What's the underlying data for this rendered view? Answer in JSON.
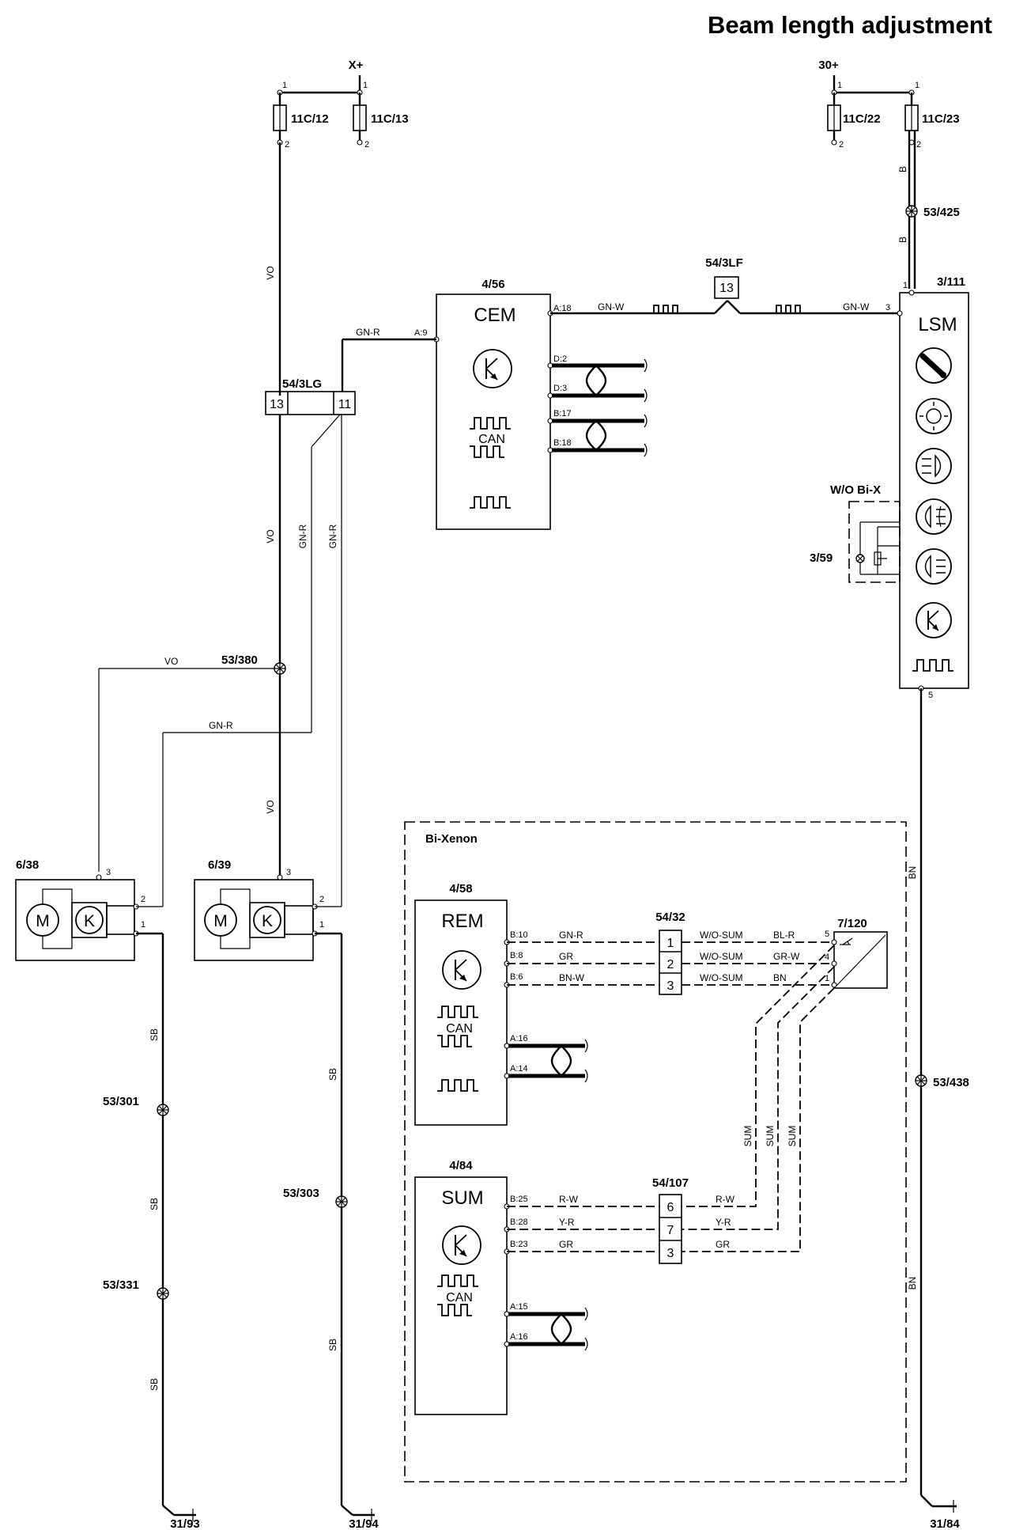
{
  "title": "Beam length adjustment",
  "supplies": {
    "xplus": "X+",
    "plus30": "30+",
    "fuses": [
      "11C/12",
      "11C/13",
      "11C/22",
      "11C/23"
    ]
  },
  "components": {
    "cem": {
      "ref": "4/56",
      "name": "CEM",
      "can": "CAN"
    },
    "lsm": {
      "ref": "3/111",
      "name": "LSM"
    },
    "rem": {
      "ref": "4/58",
      "name": "REM",
      "can": "CAN"
    },
    "sum": {
      "ref": "4/84",
      "name": "SUM",
      "can": "CAN"
    },
    "motor_left": {
      "ref": "6/38",
      "m": "M",
      "k": "K"
    },
    "motor_right": {
      "ref": "6/39",
      "m": "M",
      "k": "K"
    },
    "sensor": {
      "ref": "7/120"
    },
    "switch": {
      "ref": "3/59",
      "variant": "W/O Bi-X"
    }
  },
  "connectors": {
    "c54_3lf": {
      "ref": "54/3LF",
      "pin": "13"
    },
    "c54_3lg": {
      "ref": "54/3LG",
      "pins": [
        "13",
        "11"
      ]
    },
    "c54_32": {
      "ref": "54/32",
      "pins": [
        "1",
        "2",
        "3"
      ]
    },
    "c54_107": {
      "ref": "54/107",
      "pins": [
        "6",
        "7",
        "3"
      ]
    }
  },
  "splices": [
    "53/425",
    "53/380",
    "53/301",
    "53/331",
    "53/303",
    "53/438"
  ],
  "grounds": [
    "31/93",
    "31/94",
    "31/84"
  ],
  "bixenon_label": "Bi-Xenon",
  "wire_colors": {
    "vo": "VO",
    "gnr": "GN-R",
    "gnw": "GN-W",
    "sb": "SB",
    "bn": "BN",
    "b": "B",
    "gr": "GR",
    "bnw": "BN-W",
    "blr": "BL-R",
    "grw": "GR-W",
    "rw": "R-W",
    "yr": "Y-R",
    "wosum": "W/O-SUM",
    "sum": "SUM"
  },
  "pins": {
    "a18": "A:18",
    "a9": "A:9",
    "d2": "D:2",
    "d3": "D:3",
    "b17": "B:17",
    "b18": "B:18",
    "b10": "B:10",
    "b8": "B:8",
    "b6": "B:6",
    "a16": "A:16",
    "a14": "A:14",
    "b25": "B:25",
    "b28": "B:28",
    "b23": "B:23",
    "a15": "A:15",
    "p1": "1",
    "p2": "2",
    "p3": "3",
    "p4": "4",
    "p5": "5"
  }
}
